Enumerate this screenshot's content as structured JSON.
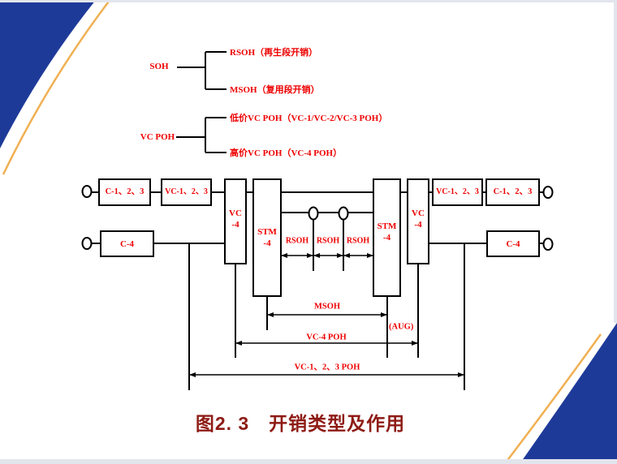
{
  "colors": {
    "corner_blue": "#1e3a99",
    "corner_gold": "#f0b052",
    "label_red": "#ee0000",
    "title_red": "#8e1b15",
    "line_black": "#000000"
  },
  "soh_tree": {
    "root": "SOH",
    "branch_rsoh": "RSOH（再生段开销）",
    "branch_msoh": "MSOH（复用段开销）"
  },
  "vcpoh_tree": {
    "root": "VC POH",
    "branch_low": "低价VC POH（VC-1/VC-2/VC-3 POH）",
    "branch_high": "高价VC POH（VC-4 POH）"
  },
  "blocks": {
    "c123": "C-1、2、3",
    "vc123": "VC-1、2、3",
    "vc4": [
      "VC",
      "-4"
    ],
    "stm4": [
      "STM",
      "-4"
    ],
    "c4": "C-4"
  },
  "dims": {
    "rsoh": "RSOH",
    "msoh": "MSOH",
    "aug": "(AUG)",
    "vc4_poh": "VC-4 POH",
    "vc123_poh": "VC-1、2、3 POH"
  },
  "caption": "图2. 3　开销类型及作用"
}
